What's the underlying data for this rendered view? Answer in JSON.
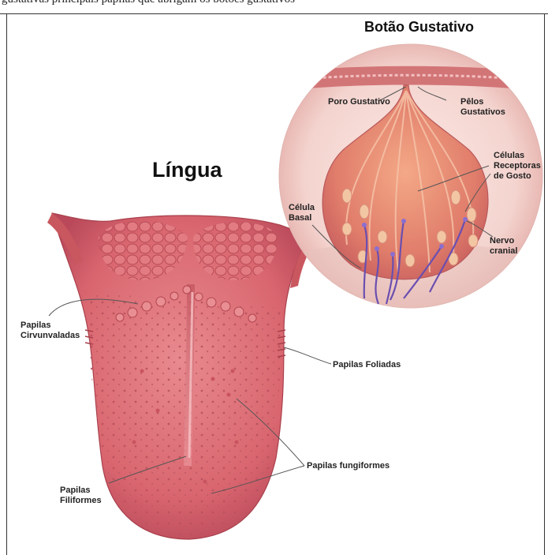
{
  "top_caption": "gustativas principais papilas que abrigam os botões gustativos",
  "titles": {
    "tongue": "Língua",
    "taste_bud": "Botão Gustativo"
  },
  "labels": {
    "poro_gustativo": "Poro Gustativo",
    "pelos_gustativos_1": "Pêlos",
    "pelos_gustativos_2": "Gustativos",
    "celulas_receptoras_1": "Células",
    "celulas_receptoras_2": "Receptoras",
    "celulas_receptoras_3": "de Gosto",
    "celula_basal_1": "Célula",
    "celula_basal_2": "Basal",
    "nervo_cranial_1": "Nervo",
    "nervo_cranial_2": "cranial",
    "papilas_circunvaladas_1": "Papilas",
    "papilas_circunvaladas_2": "Cirvunvaladas",
    "papilas_foliadas": "Papilas Foliadas",
    "papilas_fungiformes": "Papilas fungiformes",
    "papilas_filiformes_1": "Papilas",
    "papilas_filiformes_2": "Filiformes"
  },
  "colors": {
    "tongue": "#d96b72",
    "tongue_dark": "#b84a55",
    "bud_outer": "#f3d3cf",
    "bud_cells": "#e58a76",
    "nerve": "#6a4fb0"
  }
}
